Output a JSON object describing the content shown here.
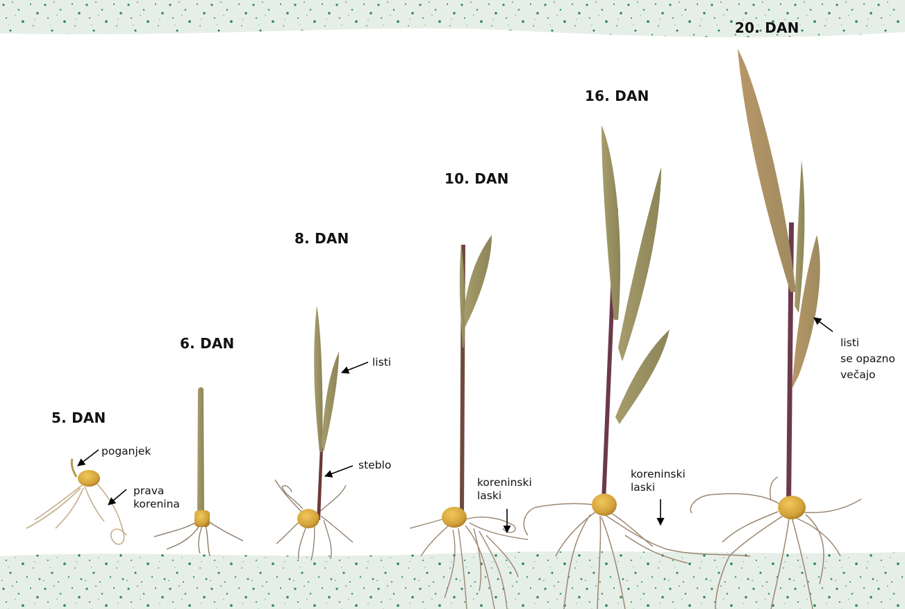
{
  "colors": {
    "soil_speckle": "#2e8a5c",
    "soil_base": "#e4ece6",
    "seed": "#d8a93a",
    "leaf": "#9a9263",
    "stem": "#6b3a3a",
    "root": "#b59a76"
  },
  "stages": [
    {
      "id": "day5",
      "title": "5. DAN"
    },
    {
      "id": "day6",
      "title": "6. DAN"
    },
    {
      "id": "day8",
      "title": "8. DAN"
    },
    {
      "id": "day10",
      "title": "10. DAN"
    },
    {
      "id": "day16",
      "title": "16. DAN"
    },
    {
      "id": "day20",
      "title": "20. DAN"
    }
  ],
  "labels": {
    "shoot": "poganjek",
    "true_root_line1": "prava",
    "true_root_line2": "korenina",
    "leaves": "listi",
    "stem": "steblo",
    "root_hairs_a_line1": "koreninski",
    "root_hairs_a_line2": "laski",
    "root_hairs_b_line1": "koreninski",
    "root_hairs_b_line2": "laski",
    "leaves_grow_line1": "listi",
    "leaves_grow_line2": "se opazno",
    "leaves_grow_line3": "večajo"
  }
}
